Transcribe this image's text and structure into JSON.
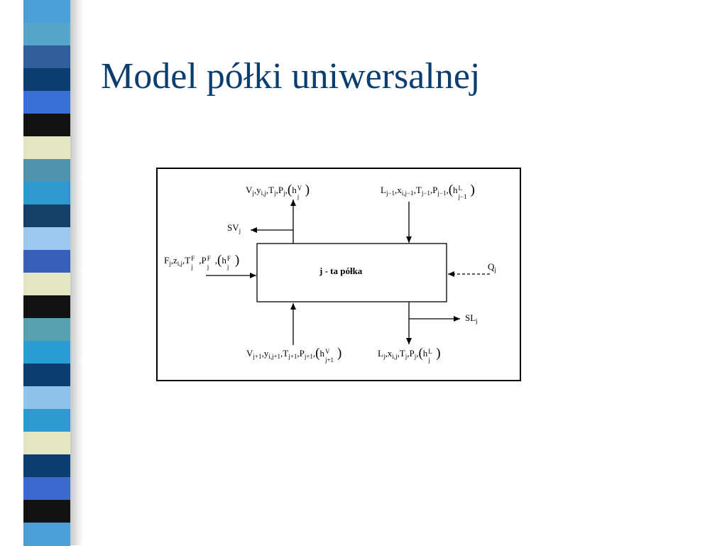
{
  "slide": {
    "title": "Model półki uniwersalnej",
    "stripe_colors": [
      "#4aa0d6",
      "#55a6c8",
      "#2f5e9a",
      "#0b3d6e",
      "#3a6fd8",
      "#111111",
      "#e4e6c2",
      "#4f93ac",
      "#2c9ad0",
      "#153f68",
      "#9cc8ee",
      "#355fb8",
      "#e4e6c2",
      "#111111",
      "#56a0b0",
      "#2a9ed4",
      "#0b3d6e",
      "#8ec4ec",
      "#2e9ad2",
      "#e4e6c2",
      "#0b3d6e",
      "#3a6ad0",
      "#111111",
      "#4aa0d6"
    ]
  },
  "diagram": {
    "box_label": "j - ta półka",
    "text": {
      "V": "V",
      "y": "y",
      "T": "T",
      "P": "P",
      "h": "h",
      "L": "L",
      "x": "x",
      "F": "F",
      "z": "z",
      "Q": "Q",
      "SV": "SV",
      "SL": "SL",
      "j": "j",
      "ij": "i,j",
      "jm1": "j−1",
      "ijm1": "i,j−1",
      "jp1": "j+1",
      "ijp1": "i,j+1",
      "supV": "V",
      "supL": "L",
      "supF": "F",
      "comma": ",",
      "lparen": "(",
      "rparen": ")",
      "dashes": "-------"
    }
  }
}
